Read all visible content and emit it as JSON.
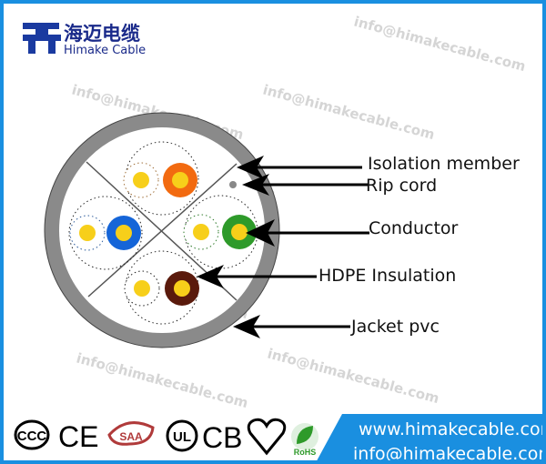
{
  "brand": {
    "name_cn": "海迈电缆",
    "name_en": "Himake Cable"
  },
  "watermark": "info@himakecable.com",
  "labels": {
    "isolation_member": "Isolation member",
    "rip_cord": "Rip cord",
    "conductor": "Conductor",
    "hdpe_insulation": "HDPE Insulation",
    "jacket": "Jacket pvc"
  },
  "pairs": [
    {
      "name": "orange",
      "color": "#f26a10"
    },
    {
      "name": "blue",
      "color": "#1565d8"
    },
    {
      "name": "green",
      "color": "#2e9a2a"
    },
    {
      "name": "brown",
      "color": "#5a1a0c"
    }
  ],
  "certifications": [
    "CCC",
    "CE",
    "SAA",
    "UL",
    "CB",
    "RoHS"
  ],
  "footer": {
    "website": "www.himakecable.com",
    "email": "info@himakecable.com"
  },
  "colors": {
    "accent": "#1a8fe0",
    "jacket": "#8a8a8a",
    "conductor": "#f7cf1a"
  }
}
